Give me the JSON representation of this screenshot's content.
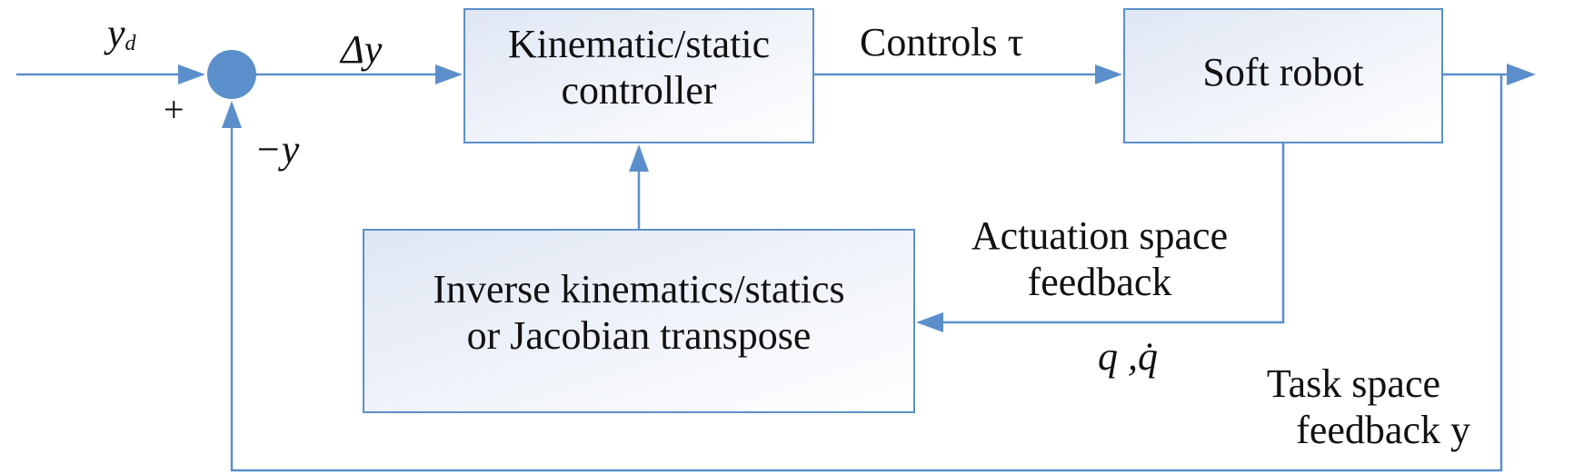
{
  "colors": {
    "line": "#5b8fcb",
    "summing_junction": "#5b8fcb",
    "block_border": "#5b8fcb",
    "block_fill_top": "#dfe6f4",
    "block_fill_bottom": "#ffffff",
    "text": "#111111"
  },
  "signals": {
    "reference": "y",
    "reference_subscript": "d",
    "error": "Δy",
    "plus_sign": "+",
    "negative_feedback": "−y",
    "controls": "Controls τ",
    "actuation_feedback_line1": "Actuation space",
    "actuation_feedback_line2": "feedback",
    "actuation_variables": "q ,q̇",
    "task_feedback_line1": "Task space",
    "task_feedback_line2": "feedback y"
  },
  "blocks": {
    "controller": {
      "line1": "Kinematic/static",
      "line2": "controller"
    },
    "robot": {
      "line1": "Soft robot"
    },
    "inverse": {
      "line1": "Inverse kinematics/statics",
      "line2": "or Jacobian transpose"
    }
  }
}
